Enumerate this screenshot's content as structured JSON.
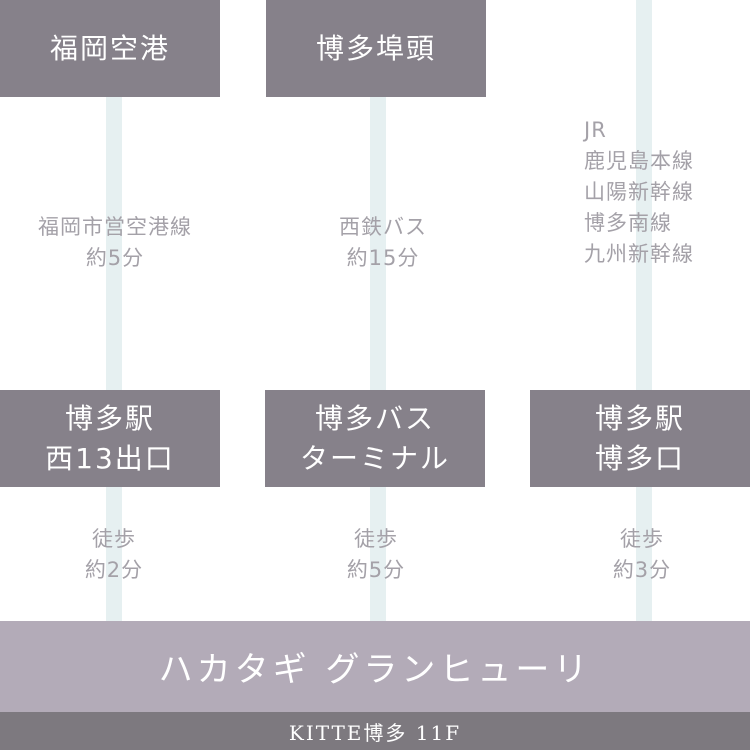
{
  "origins": {
    "airport": "福岡空港",
    "pier": "博多埠頭"
  },
  "routes": {
    "airport": {
      "line1": "福岡市営空港線",
      "line2": "約5分"
    },
    "pier": {
      "line1": "西鉄バス",
      "line2": "約15分"
    },
    "jr": {
      "line1": "JR",
      "line2": "鹿児島本線",
      "line3": "山陽新幹線",
      "line4": "博多南線",
      "line5": "九州新幹線"
    }
  },
  "stations": {
    "west13": {
      "line1": "博多駅",
      "line2": "西13出口"
    },
    "bus_terminal": {
      "line1": "博多バス",
      "line2": "ターミナル"
    },
    "hakata_exit": {
      "line1": "博多駅",
      "line2": "博多口"
    }
  },
  "walks": {
    "west13": {
      "line1": "徒歩",
      "line2": "約2分"
    },
    "bus_terminal": {
      "line1": "徒歩",
      "line2": "約5分"
    },
    "hakata_exit": {
      "line1": "徒歩",
      "line2": "約3分"
    }
  },
  "destination": {
    "name": "ハカタギ グランヒューリ",
    "floor": "KITTE博多 11F"
  },
  "colors": {
    "box": "#86818a",
    "line": "#e6f0f1",
    "label": "#a4a1a8",
    "destination": "#b3abb8",
    "floor_bar": "#7d797f"
  }
}
